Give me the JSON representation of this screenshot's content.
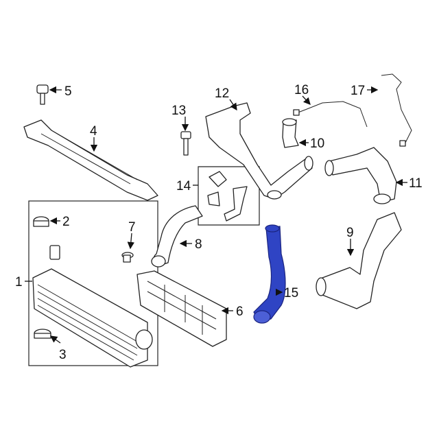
{
  "diagram": {
    "highlight_color": "#2f44c4",
    "highlighted_part": "15",
    "callouts": [
      {
        "id": "1",
        "label": "1"
      },
      {
        "id": "2",
        "label": "2"
      },
      {
        "id": "3",
        "label": "3"
      },
      {
        "id": "4",
        "label": "4"
      },
      {
        "id": "5",
        "label": "5"
      },
      {
        "id": "6",
        "label": "6"
      },
      {
        "id": "7",
        "label": "7"
      },
      {
        "id": "8",
        "label": "8"
      },
      {
        "id": "9",
        "label": "9"
      },
      {
        "id": "10",
        "label": "10"
      },
      {
        "id": "11",
        "label": "11"
      },
      {
        "id": "12",
        "label": "12"
      },
      {
        "id": "13",
        "label": "13"
      },
      {
        "id": "14",
        "label": "14"
      },
      {
        "id": "15",
        "label": "15"
      },
      {
        "id": "16",
        "label": "16"
      },
      {
        "id": "17",
        "label": "17"
      }
    ]
  }
}
